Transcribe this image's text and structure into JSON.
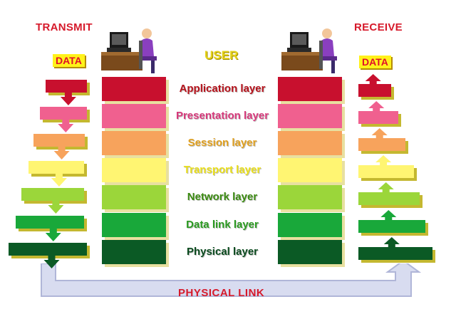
{
  "headers": {
    "transmit": "TRANSMIT",
    "receive": "RECEIVE",
    "user": "USER",
    "data_left": "DATA",
    "data_right": "DATA"
  },
  "layers": [
    {
      "label": "Application layer",
      "color": "#c8102e",
      "text_color": "#b5121b"
    },
    {
      "label": "Presentation layer",
      "color": "#f0608f",
      "text_color": "#d7397b"
    },
    {
      "label": "Session layer",
      "color": "#f7a35c",
      "text_color": "#e0a020"
    },
    {
      "label": "Transport layer",
      "color": "#fff572",
      "text_color": "#eadf1a"
    },
    {
      "label": "Network layer",
      "color": "#9bd63a",
      "text_color": "#3a8a10"
    },
    {
      "label": "Data link layer",
      "color": "#19a83a",
      "text_color": "#2a9a20"
    },
    {
      "label": "Physical layer",
      "color": "#0b5a25",
      "text_color": "#0a4a1e"
    }
  ],
  "physical_link": "PHYSICAL LINK",
  "colors": {
    "link_arrow": "#d8dcf0",
    "link_arrow_edge": "#b0b6d8",
    "shadow": "#e8e0a0"
  },
  "icons": [
    "computer-user-icon",
    "down-arrow-icon",
    "up-arrow-icon",
    "u-arrow-icon"
  ]
}
